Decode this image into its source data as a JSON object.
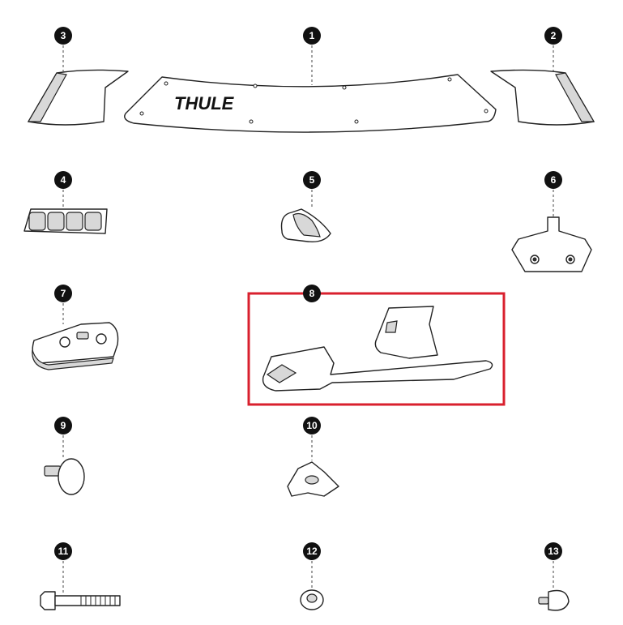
{
  "diagram": {
    "logo_text": "THULE",
    "highlight_color": "#d9202e",
    "highlighted_part": "8",
    "parts": [
      {
        "number": "1"
      },
      {
        "number": "2"
      },
      {
        "number": "3"
      },
      {
        "number": "4"
      },
      {
        "number": "5"
      },
      {
        "number": "6"
      },
      {
        "number": "7"
      },
      {
        "number": "8"
      },
      {
        "number": "9"
      },
      {
        "number": "10"
      },
      {
        "number": "11"
      },
      {
        "number": "12"
      },
      {
        "number": "13"
      }
    ]
  }
}
